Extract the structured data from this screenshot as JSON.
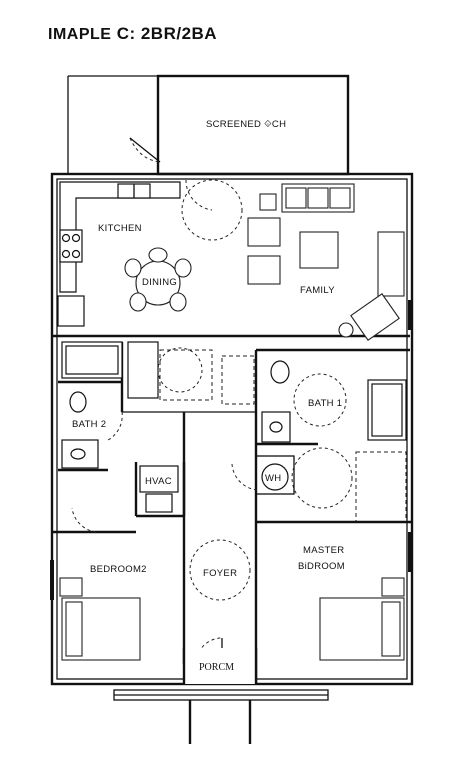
{
  "title": {
    "plan_name": "IMAPLE",
    "unit_type": "C: 2BR/2BA"
  },
  "rooms": {
    "screened_porch": "SCREENED ⟐CH",
    "kitchen": "KITCHEN",
    "dining": "DINING",
    "family": "FAMILY",
    "bath2": "BATH 2",
    "bath1": "BATH 1",
    "hvac": "HVAC",
    "wh": "WH",
    "bedroom2": "BEDROOM2",
    "foyer": "FOYER",
    "master_line1": "MASTER",
    "master_line2": "BiDROOM",
    "porch": "PORCM"
  }
}
